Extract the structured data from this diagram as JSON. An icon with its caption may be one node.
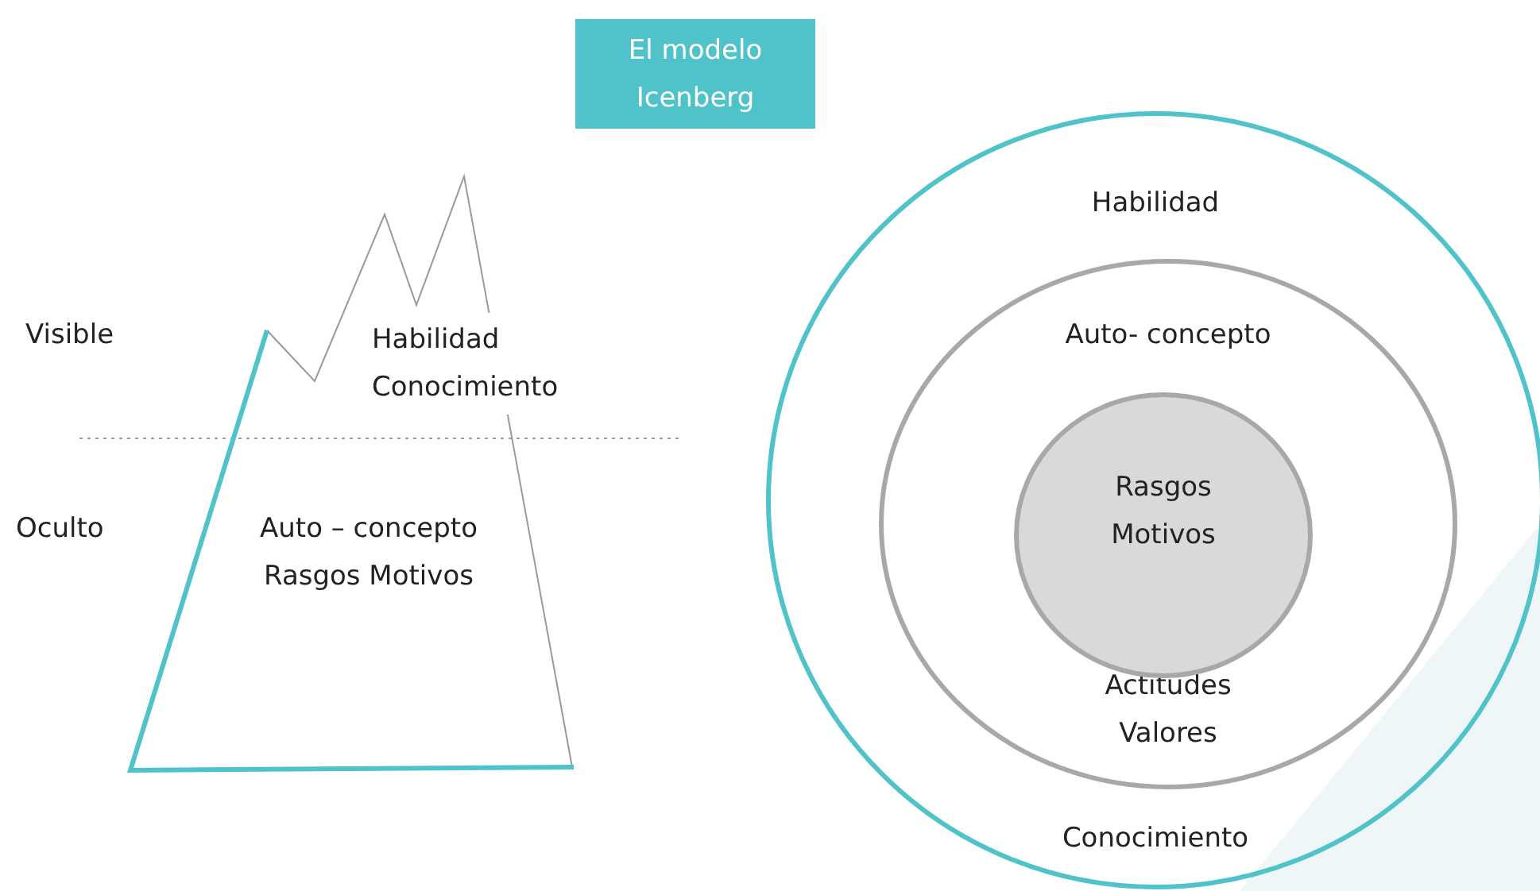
{
  "diagram": {
    "title": "El modelo Icenberg",
    "nodes": [
      {
        "text": [
          "Habilidad Conocimiento",
          "Auto – concepto Rasgos Motivos"
        ]
      },
      {
        "text": [
          "Habilidad",
          "Conocimiento"
        ]
      },
      {
        "text": [
          "Auto- concepto",
          "Actitudes Valores"
        ],
        "in": 1
      },
      {
        "text": [
          "Rasgos Motivos"
        ],
        "in": 2
      }
    ],
    "labels": [
      "Visible",
      "Oculto"
    ]
  }
}
